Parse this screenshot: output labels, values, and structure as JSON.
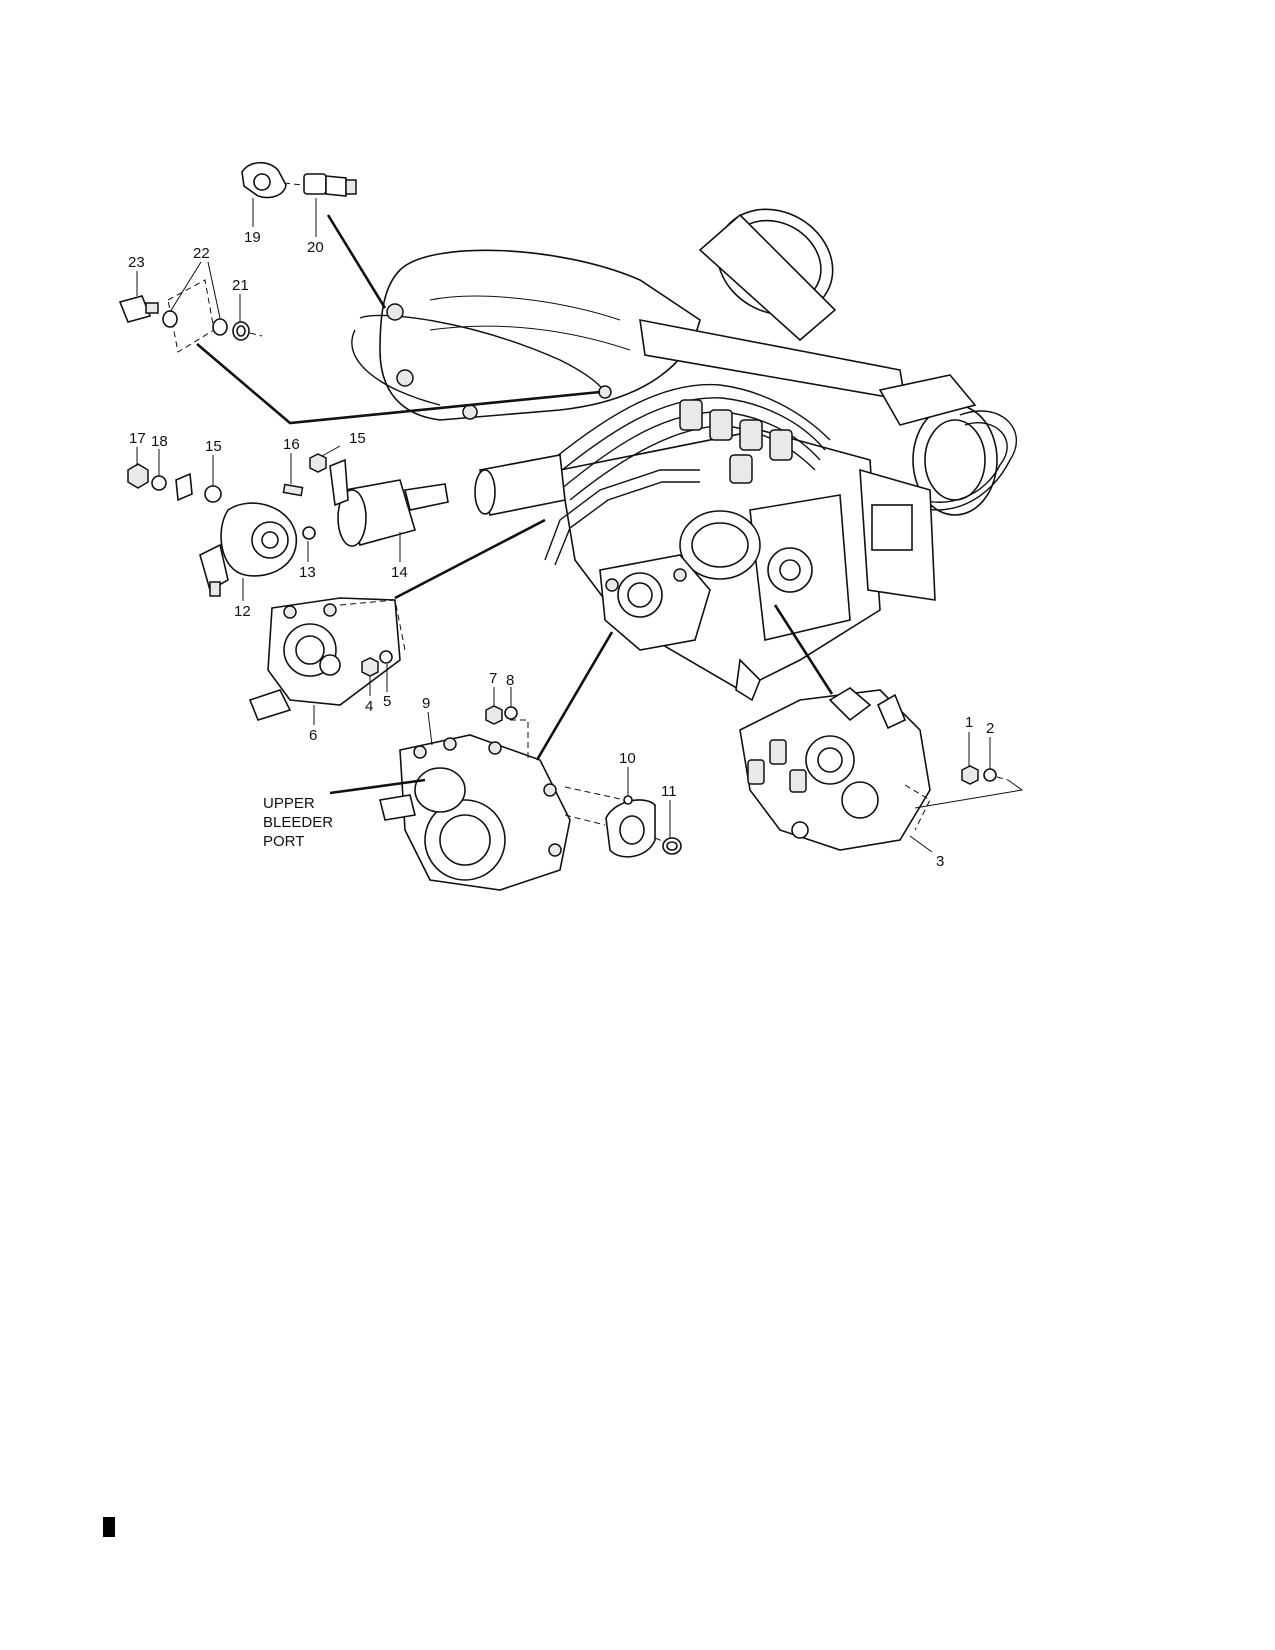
{
  "callouts": {
    "c1": "1",
    "c2": "2",
    "c3": "3",
    "c4": "4",
    "c5": "5",
    "c6": "6",
    "c7": "7",
    "c8": "8",
    "c9": "9",
    "c10": "10",
    "c11": "11",
    "c12": "12",
    "c13": "13",
    "c14": "14",
    "c15a": "15",
    "c15b": "15",
    "c16": "16",
    "c17": "17",
    "c18": "18",
    "c19": "19",
    "c20": "20",
    "c21": "21",
    "c22": "22",
    "c23": "23"
  },
  "note": {
    "line1": "UPPER",
    "line2": "BLEEDER",
    "line3": "PORT"
  }
}
